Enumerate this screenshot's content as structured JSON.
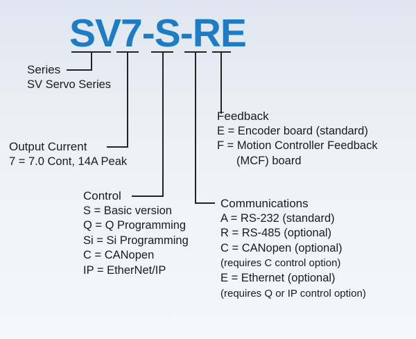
{
  "model_code": {
    "part1": "SV7",
    "dash1": "-",
    "part2": "S",
    "dash2": "-",
    "part3": "RE"
  },
  "series": {
    "heading": "Series",
    "lines": [
      "SV Servo Series"
    ]
  },
  "output_current": {
    "heading": "Output Current",
    "lines": [
      "7 = 7.0 Cont, 14A Peak"
    ]
  },
  "control": {
    "heading": "Control",
    "lines": [
      "S = Basic version",
      "Q = Q Programming",
      "Si = Si Programming",
      "C = CANopen",
      "IP = EtherNet/IP"
    ]
  },
  "communications": {
    "heading": "Communications",
    "lines": [
      "A = RS-232 (standard)",
      "R = RS-485 (optional)",
      "C = CANopen (optional)",
      "(requires C control option)",
      "E = Ethernet (optional)",
      "(requires Q or IP control option)"
    ]
  },
  "feedback": {
    "heading": "Feedback",
    "lines": [
      "E = Encoder board (standard)",
      "F = Motion Controller Feedback",
      "(MCF) board"
    ]
  },
  "colors": {
    "code_blue": "#1d7cc4",
    "connector_lines": "#222222"
  }
}
